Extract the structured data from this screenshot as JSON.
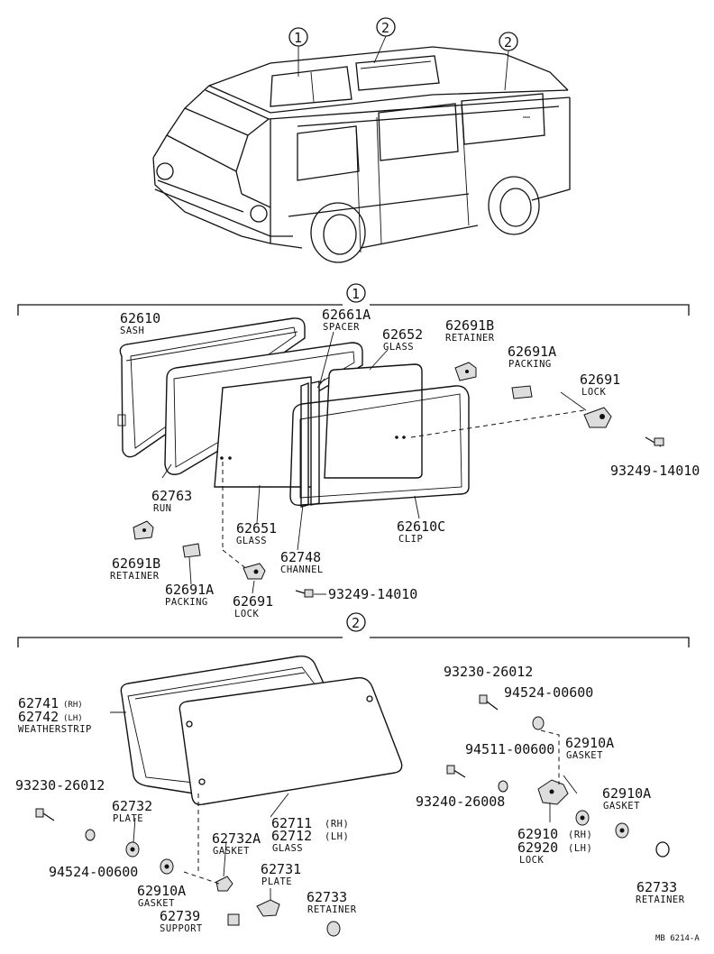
{
  "callouts": {
    "c1": "1",
    "c2": "2"
  },
  "section1": {
    "sash": {
      "num": "62610",
      "name": "SASH"
    },
    "spacer": {
      "num": "62661A",
      "name": "SPACER"
    },
    "glass_upper": {
      "num": "62652",
      "name": "GLASS"
    },
    "retainer_upper": {
      "num": "62691B",
      "name": "RETAINER"
    },
    "packing_upper": {
      "num": "62691A",
      "name": "PACKING"
    },
    "lock_upper": {
      "num": "62691",
      "name": "LOCK"
    },
    "screw_upper": {
      "num": "93249-14010"
    },
    "run": {
      "num": "62763",
      "name": "RUN"
    },
    "glass_lower": {
      "num": "62651",
      "name": "GLASS"
    },
    "clip": {
      "num": "62610C",
      "name": "CLIP"
    },
    "channel": {
      "num": "62748",
      "name": "CHANNEL"
    },
    "retainer_lower": {
      "num": "62691B",
      "name": "RETAINER"
    },
    "packing_lower": {
      "num": "62691A",
      "name": "PACKING"
    },
    "lock_lower": {
      "num": "62691",
      "name": "LOCK"
    },
    "screw_lower": {
      "num": "93249-14010"
    }
  },
  "section2": {
    "weatherstrip": {
      "num_rh": "62741",
      "rh": "(RH)",
      "num_lh": "62742",
      "lh": "(LH)",
      "name": "WEATHERSTRIP"
    },
    "glass": {
      "num_rh": "62711",
      "rh": "(RH)",
      "num_lh": "62712",
      "lh": "(LH)",
      "name": "GLASS"
    },
    "screw_left": {
      "num": "93230-26012"
    },
    "plate_left": {
      "num": "62732",
      "name": "PLATE"
    },
    "nut_left": {
      "num": "94524-00600"
    },
    "gasket_left": {
      "num": "62910A",
      "name": "GASKET"
    },
    "gasket_mid": {
      "num": "62732A",
      "name": "GASKET"
    },
    "plate_mid": {
      "num": "62731",
      "name": "PLATE"
    },
    "support": {
      "num": "62739",
      "name": "SUPPORT"
    },
    "retainer_mid": {
      "num": "62733",
      "name": "RETAINER"
    },
    "screw_right_top": {
      "num": "93230-26012"
    },
    "nut_right_top": {
      "num": "94524-00600"
    },
    "nut_right_mid": {
      "num": "94511-00600"
    },
    "gasket_right_a": {
      "num": "62910A",
      "name": "GASKET"
    },
    "screw_right_mid": {
      "num": "93240-26008"
    },
    "gasket_right_b": {
      "num": "62910A",
      "name": "GASKET"
    },
    "lock": {
      "num_rh": "62910",
      "rh": "(RH)",
      "num_lh": "62920",
      "lh": "(LH)",
      "name": "LOCK"
    },
    "retainer_right": {
      "num": "62733",
      "name": "RETAINER"
    }
  },
  "footer": {
    "code": "MB 6214-A"
  }
}
